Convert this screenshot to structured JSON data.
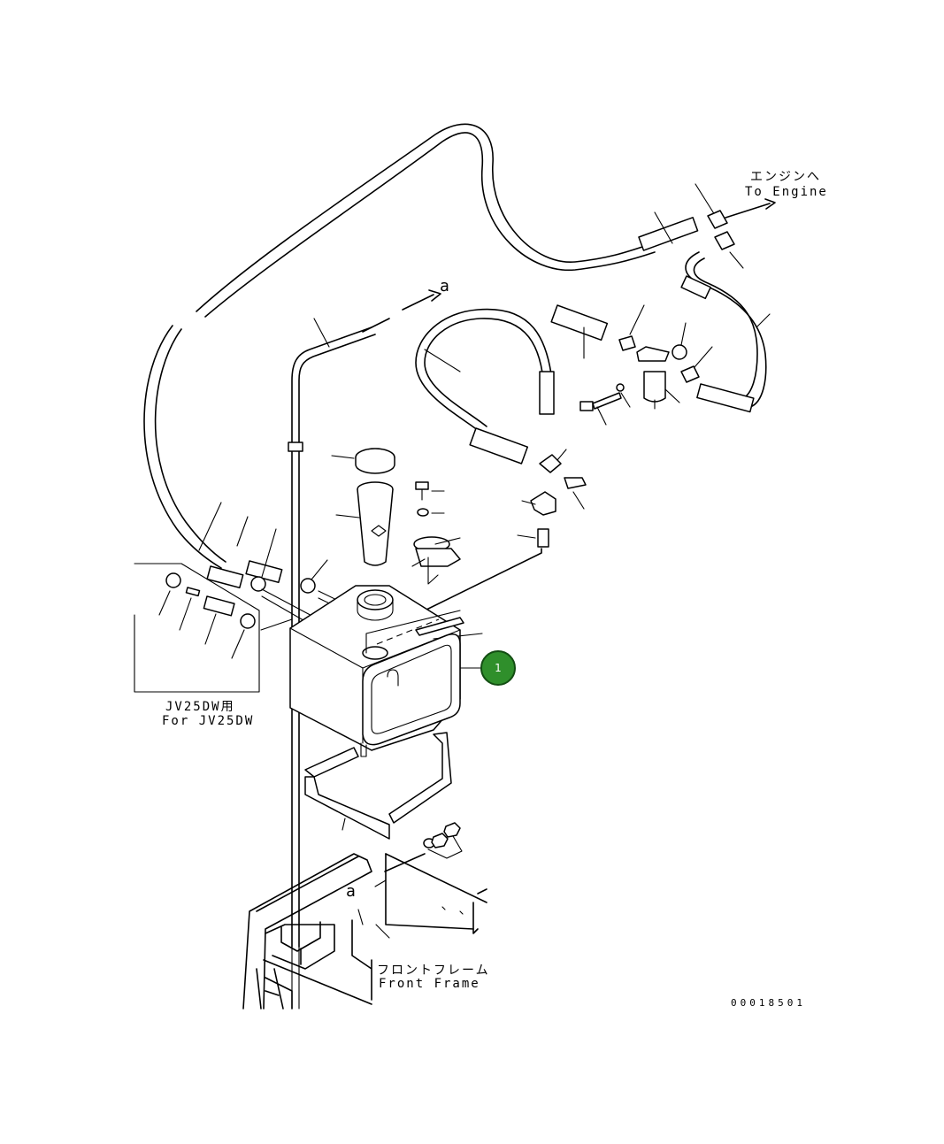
{
  "labels": {
    "to_engine_jp": "エンジンへ",
    "to_engine_en": "To Engine",
    "arrow_a_top": "a",
    "arrow_a_bottom": "a",
    "jv25dw_jp": "JV25DW用",
    "jv25dw_en": "For JV25DW",
    "front_frame_jp": "フロントフレーム",
    "front_frame_en": "Front Frame",
    "drawing_number": "00018501"
  },
  "callouts": [
    {
      "number": "1"
    }
  ],
  "colors": {
    "line": "#000000",
    "background": "#ffffff",
    "callout_fill": "#2f8f2b",
    "callout_text": "#ffffff"
  }
}
